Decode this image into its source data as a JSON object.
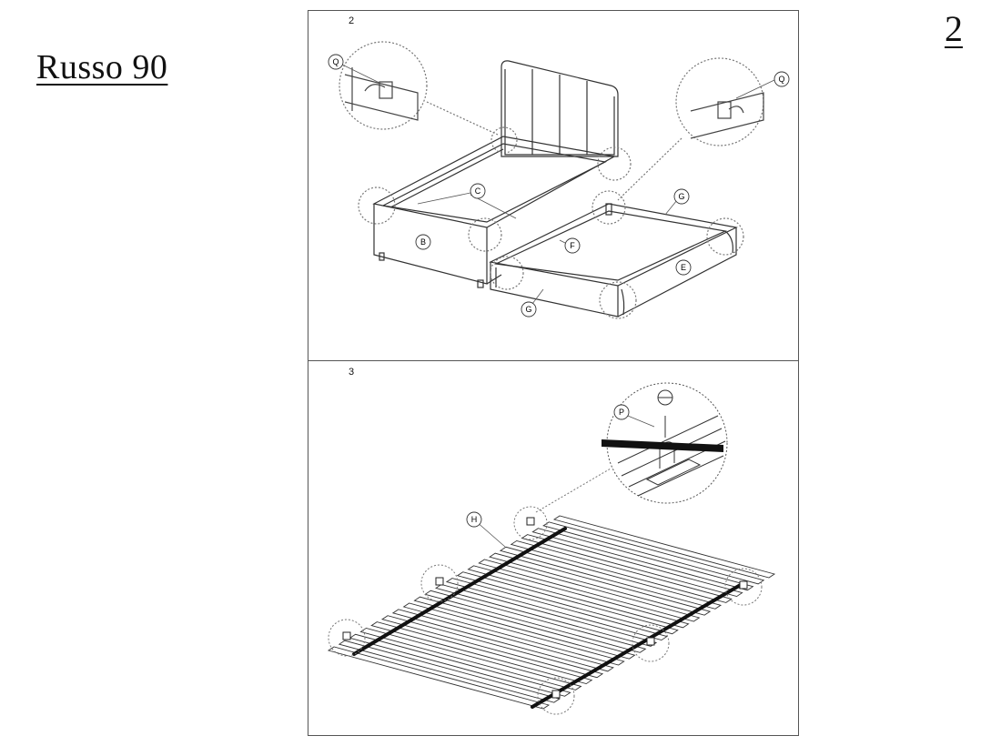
{
  "header": {
    "title": "Russo 90",
    "page_number": "2"
  },
  "steps": [
    {
      "number": "2",
      "labels": {
        "Q1": "Q",
        "Q2": "Q",
        "C": "C",
        "G1": "G",
        "G2": "G",
        "B": "B",
        "F": "F",
        "E": "E"
      }
    },
    {
      "number": "3",
      "labels": {
        "P": "P",
        "H": "H"
      }
    }
  ],
  "colors": {
    "line": "#333333",
    "strap": "#111111"
  }
}
